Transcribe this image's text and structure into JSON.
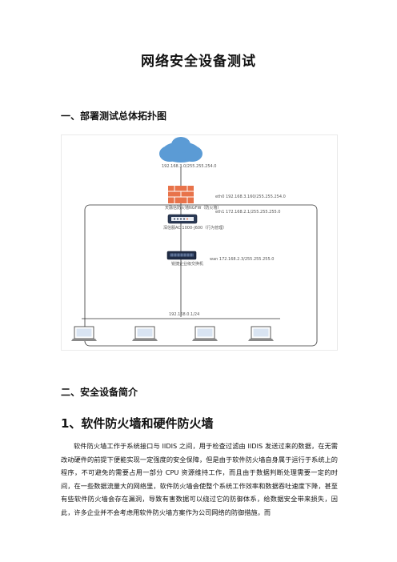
{
  "document": {
    "title": "网络安全设备测试",
    "section1": "一、部署测试总体拓扑图",
    "section2": "二、安全设备简介",
    "heading1": "1、软件防火墙和硬件防火墙",
    "paragraph": "软件防火墙工作于系统接口与 IIDIS 之间，用于检查过滤由 IIDIS 发送过来的数据，在无需改动硬件的前提下便能实现一定强度的安全保障，但是由于软件防火墙自身属于运行于系统上的程序，不可避免的需要占用一部分 CPU 资源维持工作，而且由于数据判断处理需要一定的时间，在一些数据流量大的网络里，软件防火墙会使整个系统工作效率和数据吞吐速度下降，甚至有些软件防火墙会存在漏洞，导致有害数据可以绕过它的防御体系，给数据安全带来损失，因此，许多企业并不会考虑用软件防火墙方案作为公司网络的防御措施，而"
  },
  "diagram": {
    "cloud_label": "192.168.3.0/255.255.254.0",
    "firewall_label": "天融信防火墙NGFW（防火墙）",
    "eth0_label": "eth0 192.168.3.160/255.255.254.0",
    "eth1_label": "eth1 172.168.2.1/255.255.255.0",
    "router_label": "深信服AC 1000-J600（行为管理）",
    "switch_label": "锐捷企业级交换机",
    "wan_label": "wan 172.168.2.3/255.255.255.0",
    "lan_label": "192.168.0.1/24"
  },
  "colors": {
    "cloud": "#5b9bd5",
    "firewall": "#e8734a",
    "line": "#333333"
  }
}
